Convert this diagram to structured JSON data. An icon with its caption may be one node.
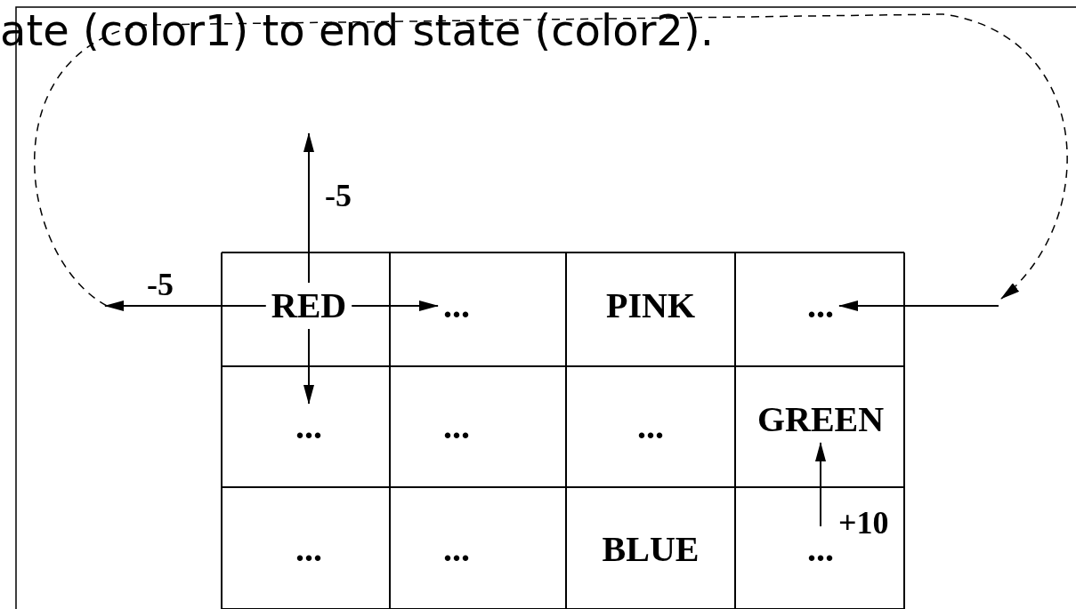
{
  "diagram": {
    "nodes": [
      {
        "text": [
          "RED"
        ]
      },
      {
        "text": [
          "..."
        ]
      },
      {
        "text": [
          "PINK"
        ]
      },
      {
        "text": [
          "..."
        ]
      },
      {
        "text": [
          "..."
        ]
      },
      {
        "text": [
          "..."
        ]
      },
      {
        "text": [
          "..."
        ]
      },
      {
        "text": [
          "GREEN"
        ]
      },
      {
        "text": [
          "..."
        ]
      },
      {
        "text": [
          "..."
        ]
      },
      {
        "text": [
          "BLUE"
        ]
      },
      {
        "text": [
          "..."
        ]
      }
    ],
    "edges": [
      {
        "from": 0,
        "to": null,
        "arrow": "to",
        "label": "-5"
      },
      {
        "from": 0,
        "to": null,
        "arrow": "to",
        "label": "-5"
      },
      {
        "from": 0,
        "to": 1,
        "arrow": "to"
      },
      {
        "from": 0,
        "to": 4,
        "arrow": "to"
      },
      {
        "from": null,
        "to": 3,
        "arrow": "to"
      },
      {
        "from": 11,
        "to": 7,
        "arrow": "to",
        "label": "+10"
      }
    ],
    "labels": [
      "ate (color1) to end state (color2)."
    ]
  }
}
